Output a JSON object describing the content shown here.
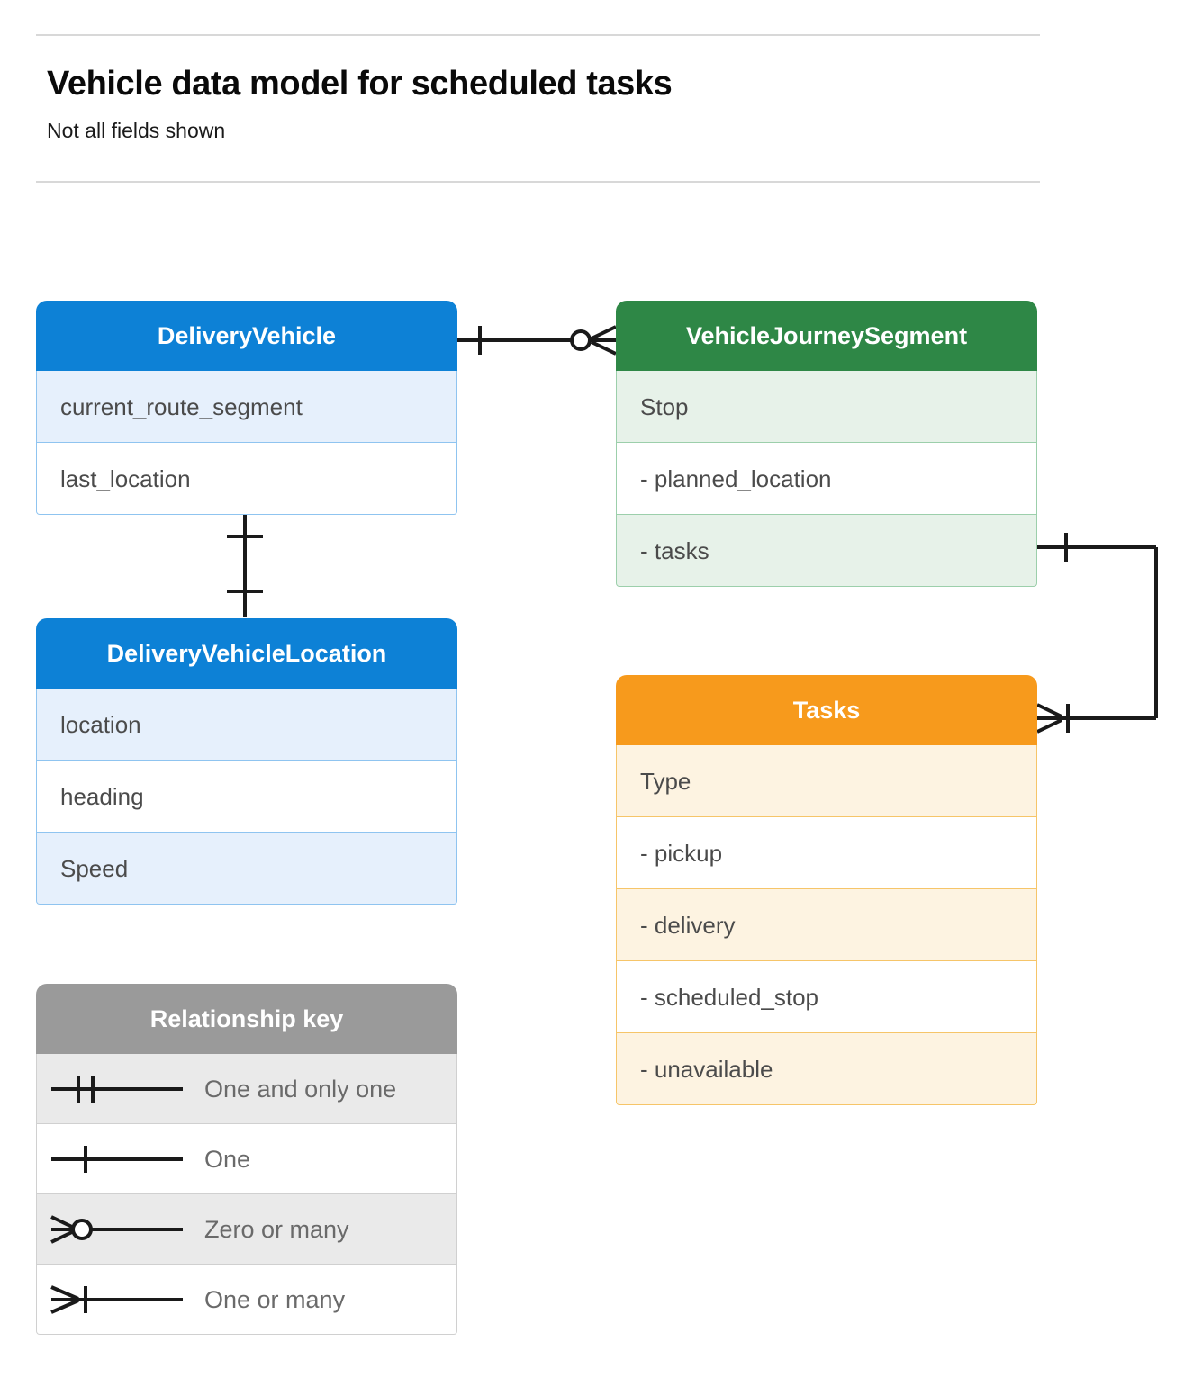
{
  "header": {
    "title": "Vehicle data model for scheduled tasks",
    "subtitle": "Not all fields shown"
  },
  "colors": {
    "blue_header": "#0d81d6",
    "blue_row_alt": "#e6f0fc",
    "blue_border": "#8fc4f0",
    "green_header": "#2e8746",
    "green_row_alt": "#e7f2e9",
    "green_border": "#9ccfab",
    "orange_header": "#f79a1c",
    "orange_row_alt": "#fdf3e1",
    "orange_border": "#f6c569",
    "gray_header": "#9a9a9a",
    "gray_row_alt": "#eaeaea",
    "gray_border": "#d0d0d0",
    "text": "#4b4b4b",
    "line": "#1a1a1a",
    "rule": "#d8d8d8"
  },
  "entities": [
    {
      "name": "DeliveryVehicle",
      "fields": [
        "current_route_segment",
        "last_location"
      ]
    },
    {
      "name": "VehicleJourneySegment",
      "fields": [
        "Stop",
        "-  planned_location",
        "- tasks"
      ]
    },
    {
      "name": "DeliveryVehicleLocation",
      "fields": [
        "location",
        "heading",
        "Speed"
      ]
    },
    {
      "name": "Tasks",
      "fields": [
        "Type",
        "-  pickup",
        "-  delivery",
        "-  scheduled_stop",
        "-  unavailable"
      ]
    }
  ],
  "legend": {
    "title": "Relationship key",
    "items": [
      {
        "symbol": "one-and-only-one",
        "label": "One and only one"
      },
      {
        "symbol": "one",
        "label": "One"
      },
      {
        "symbol": "zero-or-many",
        "label": "Zero or many"
      },
      {
        "symbol": "one-or-many",
        "label": "One or many"
      }
    ]
  },
  "relationships": [
    {
      "from": "DeliveryVehicle",
      "to": "VehicleJourneySegment",
      "from_cardinality": "one",
      "to_cardinality": "zero-or-many"
    },
    {
      "from": "DeliveryVehicle",
      "to": "DeliveryVehicleLocation",
      "from_cardinality": "one",
      "to_cardinality": "one"
    },
    {
      "from": "VehicleJourneySegment.tasks",
      "to": "Tasks",
      "from_cardinality": "one",
      "to_cardinality": "one-or-many"
    }
  ]
}
